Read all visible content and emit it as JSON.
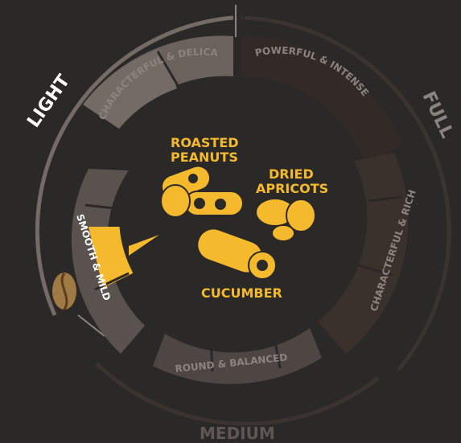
{
  "colors": {
    "background": "#2b2927",
    "accent": "#f5b92e",
    "ring_light": "#6b625e",
    "ring_mid": "#4e4643",
    "ring_dark": "#3a302c",
    "ring_darker": "#322a26",
    "outer_arc_light": "#746b67",
    "outer_arc_dark": "#3b3330",
    "label_dim": "#8a8380",
    "label_white": "#ffffff"
  },
  "scale": {
    "light": "LIGHT",
    "full": "FULL",
    "medium": "MEDIUM"
  },
  "segments": {
    "characterful_delicate": "CHARACTERFUL & DELICATE",
    "powerful_intense": "POWERFUL & INTENSE",
    "characterful_rich": "CHARACTERFUL & RICH",
    "round_balanced": "ROUND & BALANCED",
    "smooth_mild": "SMOOTH & MILD"
  },
  "notes": {
    "roasted_peanuts_line1": "ROASTED",
    "roasted_peanuts_line2": "PEANUTS",
    "dried_apricots_line1": "DRIED",
    "dried_apricots_line2": "APRICOTS",
    "cucumber": "CUCUMBER"
  },
  "icons": {
    "peanuts": "peanuts-icon",
    "apricots": "apricots-icon",
    "cucumber": "cucumber-icon",
    "coffee_bean": "coffee-bean-icon",
    "pointer": "pointer-triangle-icon"
  }
}
